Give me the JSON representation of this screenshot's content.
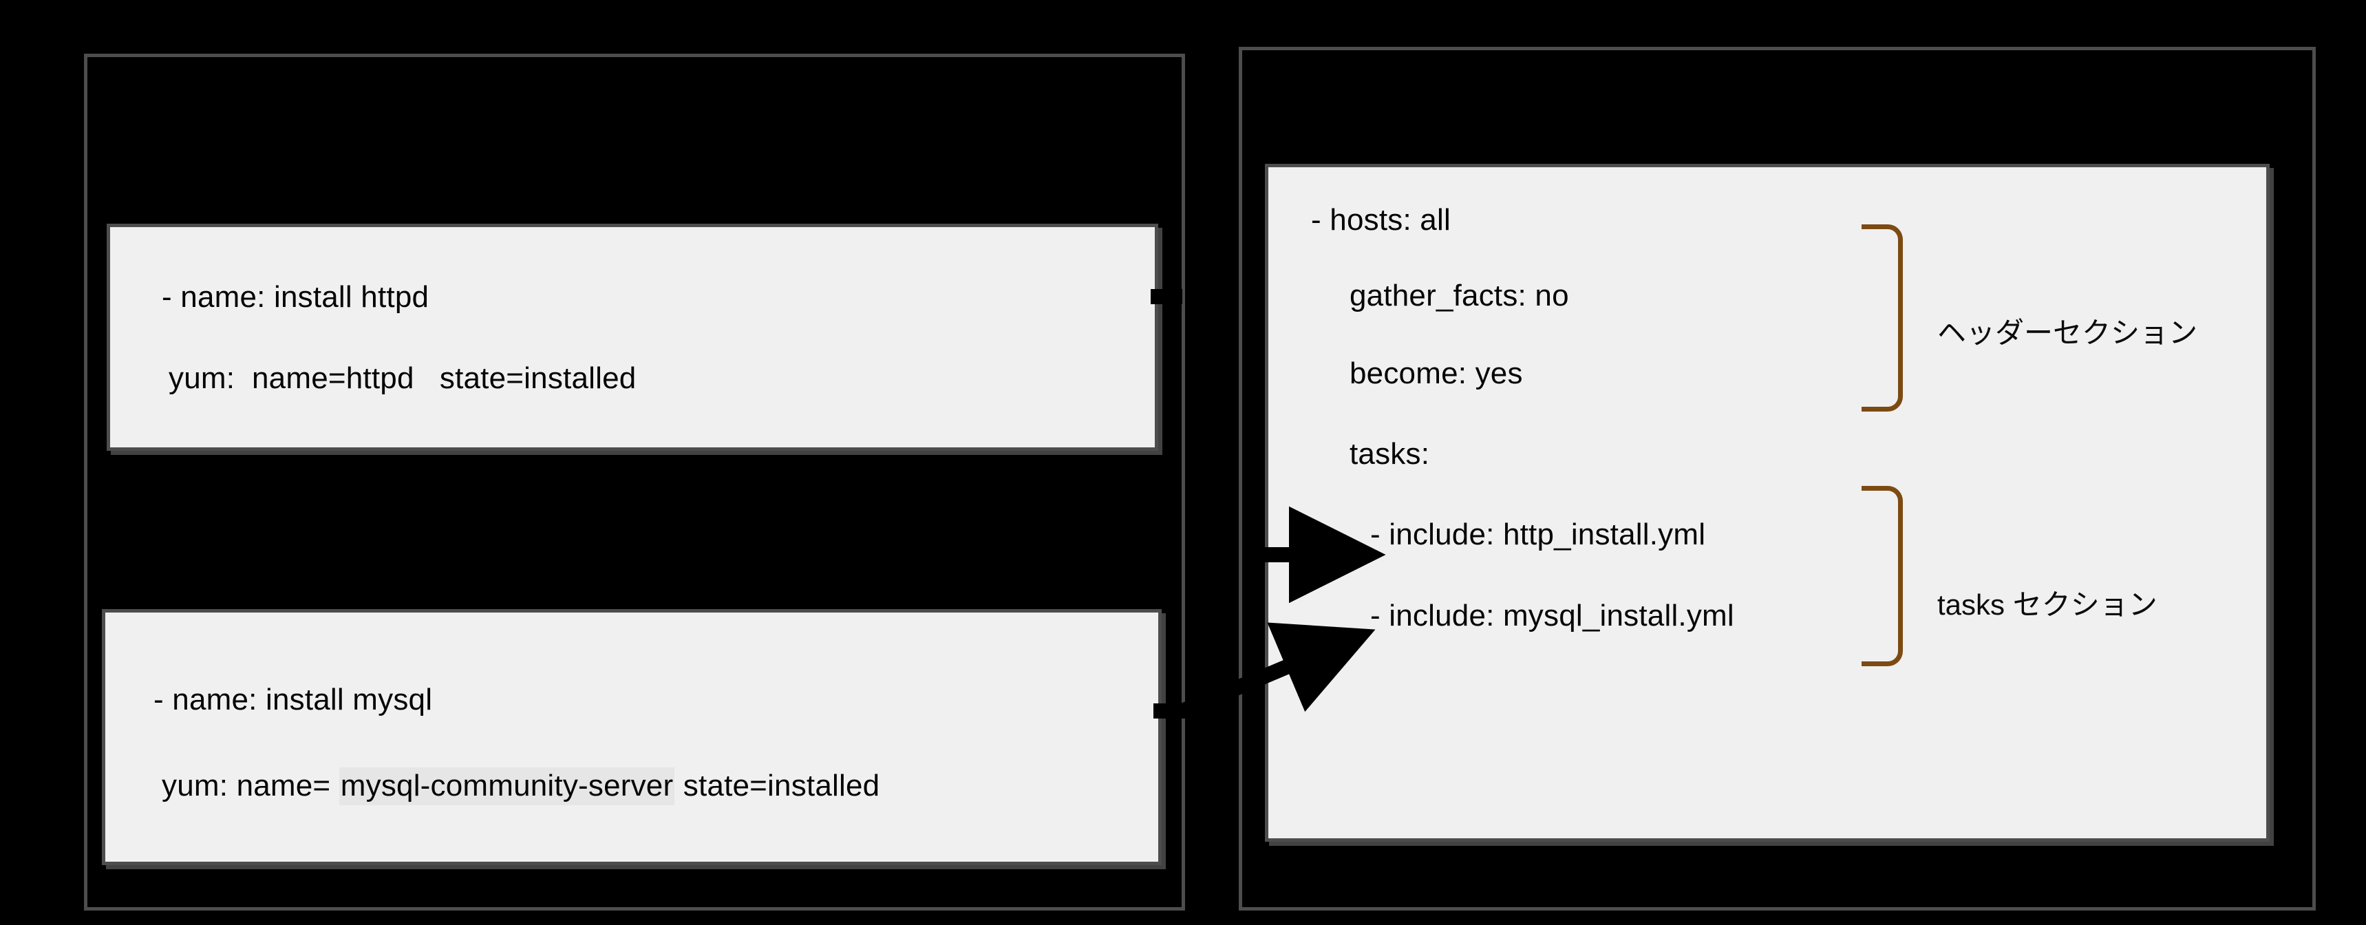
{
  "diagram": {
    "title_text": "",
    "colors": {
      "background": "#000000",
      "frame_border": "#4d4d4d",
      "card_background": "#f0f0f0",
      "text": "#050505",
      "bracket": "#7d4a12",
      "arrow": "#000000",
      "highlight": "#e6e6e6"
    }
  },
  "left_panel": {
    "cards": [
      {
        "name": "http_install",
        "lines": [
          "- name: install httpd",
          "yum:  name=httpd   state=installed"
        ]
      },
      {
        "name": "mysql_install",
        "lines": [
          "- name: install mysql",
          "yum: name= ",
          "mysql-community-server",
          " state=installed"
        ]
      }
    ]
  },
  "right_panel": {
    "card": {
      "name": "site_yml",
      "lines": [
        "- hosts: all",
        "gather_facts: no",
        "become: yes",
        "tasks:",
        "- include: http_install.yml",
        "- include: mysql_install.yml"
      ]
    },
    "annotations": [
      {
        "label": "ヘッダーセクション",
        "covers": [
          "- hosts: all",
          "gather_facts: no",
          "become: yes"
        ]
      },
      {
        "label": "tasks セクション",
        "covers": [
          "- include: http_install.yml",
          "- include: mysql_install.yml"
        ]
      }
    ]
  },
  "connectors": [
    {
      "from": "http_install_card",
      "to": "include_http_install_line",
      "style": "arrow-straight"
    },
    {
      "from": "mysql_install_card",
      "to": "include_mysql_install_line",
      "style": "arrow-diagonal"
    }
  ]
}
